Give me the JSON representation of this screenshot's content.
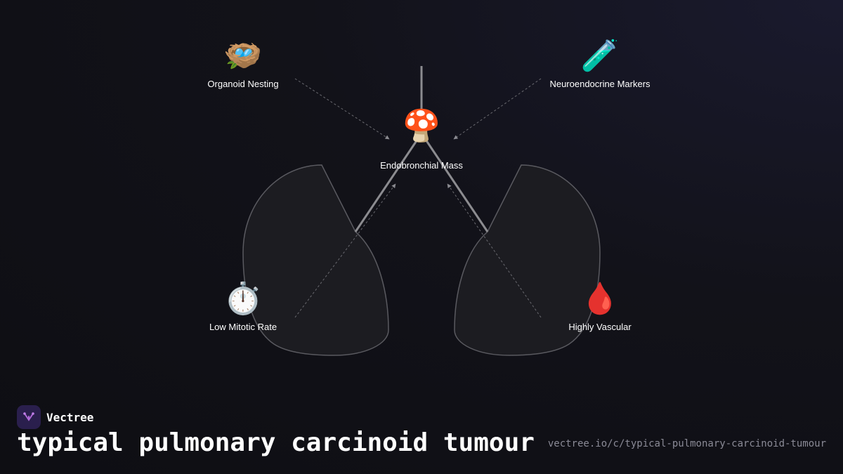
{
  "diagram": {
    "center": {
      "icon": "mushroom-icon",
      "emoji": "🍄",
      "label": "Endobronchial Mass"
    },
    "nodes": [
      {
        "icon": "nest-icon",
        "emoji": "🪺",
        "label": "Organoid Nesting"
      },
      {
        "icon": "test-tube-icon",
        "emoji": "🧪",
        "label": "Neuroendocrine Markers"
      },
      {
        "icon": "stopwatch-icon",
        "emoji": "⏱️",
        "label": "Low Mitotic Rate"
      },
      {
        "icon": "blood-drop-icon",
        "emoji": "🩸",
        "label": "Highly Vascular"
      }
    ],
    "colors": {
      "lung_fill": "#1c1c21",
      "lung_stroke": "#5a5a60",
      "airway": "#8c8c90",
      "connector": "#6a6a70"
    }
  },
  "footer": {
    "brand": "Vectree",
    "title": "typical pulmonary carcinoid tumour",
    "url": "vectree.io/c/typical-pulmonary-carcinoid-tumour"
  }
}
